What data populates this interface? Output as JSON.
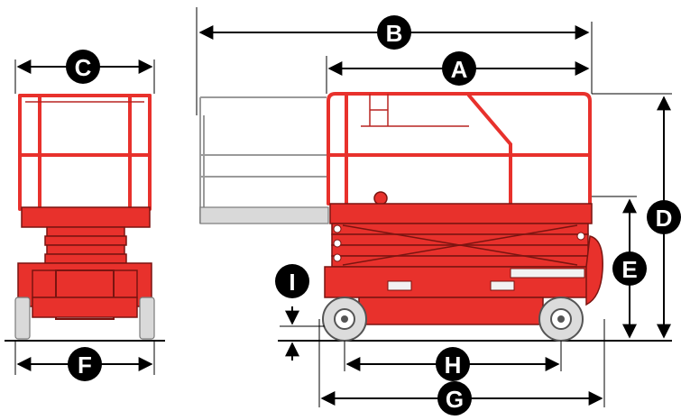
{
  "dimension_labels": {
    "A": "A",
    "B": "B",
    "C": "C",
    "D": "D",
    "E": "E",
    "F": "F",
    "G": "G",
    "H": "H",
    "I": "I"
  },
  "colors": {
    "machine_red": "#e8312c",
    "machine_outline": "#7a1410",
    "extension_deck_gray": "#d9d9d9",
    "tire_gray": "#dcdcdc",
    "dimension_black": "#000000"
  }
}
